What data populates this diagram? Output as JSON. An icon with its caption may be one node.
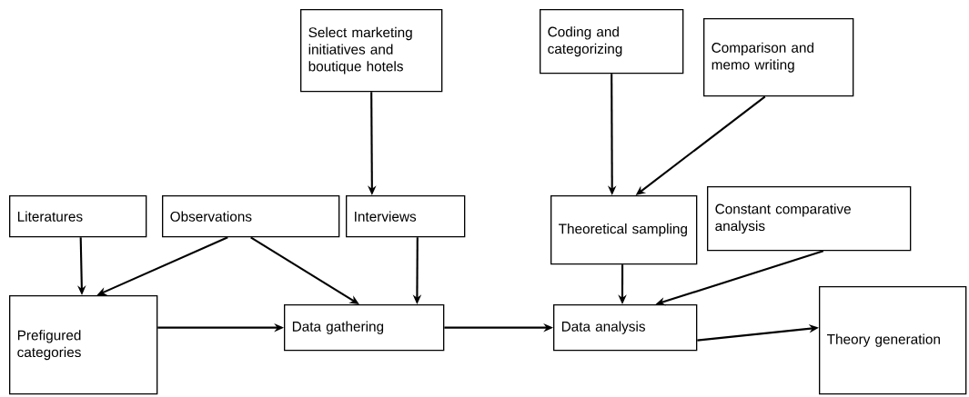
{
  "diagram": {
    "nodes": [
      {
        "text": [
          "Select marketing initiatives and boutique hotels"
        ]
      },
      {
        "text": [
          "Coding and categorizing"
        ]
      },
      {
        "text": [
          "Comparison and memo writing"
        ]
      },
      {
        "text": [
          "Literatures"
        ]
      },
      {
        "text": [
          "Observations"
        ]
      },
      {
        "text": [
          "Interviews"
        ]
      },
      {
        "text": [
          "Theoretical sampling"
        ]
      },
      {
        "text": [
          "Constant comparative analysis"
        ]
      },
      {
        "text": [
          "Prefigured categories"
        ]
      },
      {
        "text": [
          "Data gathering"
        ]
      },
      {
        "text": [
          "Data analysis"
        ]
      },
      {
        "text": [
          "Theory generation"
        ]
      }
    ],
    "edges": [
      {
        "from": 0,
        "to": 5,
        "arrow": "to"
      },
      {
        "from": 1,
        "to": 6,
        "arrow": "to"
      },
      {
        "from": 2,
        "to": 6,
        "arrow": "to"
      },
      {
        "from": 3,
        "to": 8,
        "arrow": "to"
      },
      {
        "from": 4,
        "to": 8,
        "arrow": "to"
      },
      {
        "from": 4,
        "to": 9,
        "arrow": "to"
      },
      {
        "from": 5,
        "to": 9,
        "arrow": "to"
      },
      {
        "from": 6,
        "to": 10,
        "arrow": "to"
      },
      {
        "from": 7,
        "to": 10,
        "arrow": "to"
      },
      {
        "from": 8,
        "to": 9,
        "arrow": "to"
      },
      {
        "from": 9,
        "to": 10,
        "arrow": "to"
      },
      {
        "from": 10,
        "to": 11,
        "arrow": "to"
      }
    ]
  }
}
